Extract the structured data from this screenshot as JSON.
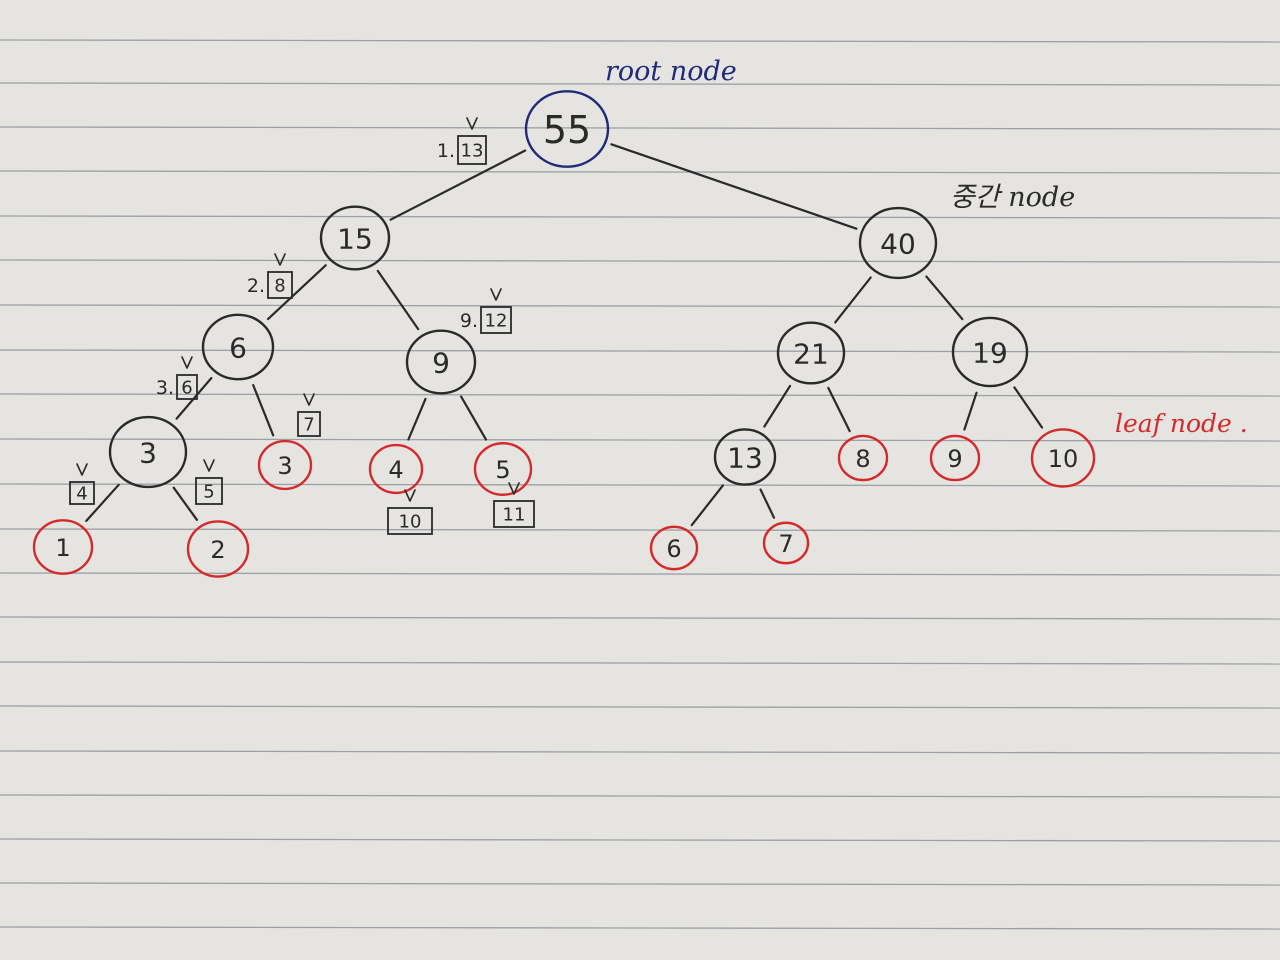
{
  "colors": {
    "paper": "#e6e4e1",
    "ink": "#2a2a2a",
    "root": "#1f2a7a",
    "leaf": "#d42a2a"
  },
  "annotations": {
    "root_node": "root node",
    "internal_node": "중간 node",
    "leaf_node": "leaf node ."
  },
  "nodes": [
    {
      "id": "n55",
      "label": "55",
      "kind": "root"
    },
    {
      "id": "n15",
      "label": "15",
      "kind": "internal"
    },
    {
      "id": "n40",
      "label": "40",
      "kind": "internal"
    },
    {
      "id": "n6",
      "label": "6",
      "kind": "internal"
    },
    {
      "id": "n9",
      "label": "9",
      "kind": "internal"
    },
    {
      "id": "n21",
      "label": "21",
      "kind": "internal"
    },
    {
      "id": "n19",
      "label": "19",
      "kind": "internal"
    },
    {
      "id": "n3",
      "label": "3",
      "kind": "internal"
    },
    {
      "id": "n13",
      "label": "13",
      "kind": "internal"
    },
    {
      "id": "l3",
      "label": "3",
      "kind": "leaf"
    },
    {
      "id": "l4",
      "label": "4",
      "kind": "leaf"
    },
    {
      "id": "l5",
      "label": "5",
      "kind": "leaf"
    },
    {
      "id": "l1",
      "label": "1",
      "kind": "leaf"
    },
    {
      "id": "l2",
      "label": "2",
      "kind": "leaf"
    },
    {
      "id": "l8",
      "label": "8",
      "kind": "leaf"
    },
    {
      "id": "l9",
      "label": "9",
      "kind": "leaf"
    },
    {
      "id": "l10",
      "label": "10",
      "kind": "leaf"
    },
    {
      "id": "l6",
      "label": "6",
      "kind": "leaf"
    },
    {
      "id": "l7",
      "label": "7",
      "kind": "leaf"
    }
  ],
  "edges": [
    [
      "n55",
      "n15"
    ],
    [
      "n55",
      "n40"
    ],
    [
      "n15",
      "n6"
    ],
    [
      "n15",
      "n9"
    ],
    [
      "n40",
      "n21"
    ],
    [
      "n40",
      "n19"
    ],
    [
      "n6",
      "n3"
    ],
    [
      "n6",
      "l3"
    ],
    [
      "n9",
      "l4"
    ],
    [
      "n9",
      "l5"
    ],
    [
      "n21",
      "n13"
    ],
    [
      "n21",
      "l8"
    ],
    [
      "n19",
      "l9"
    ],
    [
      "n19",
      "l10"
    ],
    [
      "n3",
      "l1"
    ],
    [
      "n3",
      "l2"
    ],
    [
      "n13",
      "l6"
    ],
    [
      "n13",
      "l7"
    ]
  ],
  "visit_marks": [
    {
      "id": "m13",
      "prefix": "1.",
      "num": "13"
    },
    {
      "id": "m8",
      "prefix": "2.",
      "num": "8"
    },
    {
      "id": "m12",
      "prefix": "9.",
      "num": "12"
    },
    {
      "id": "m6",
      "prefix": "3.",
      "num": "6"
    },
    {
      "id": "m7",
      "prefix": "",
      "num": "7"
    },
    {
      "id": "m4",
      "prefix": "",
      "num": "4"
    },
    {
      "id": "m5",
      "prefix": "",
      "num": "5"
    },
    {
      "id": "m10",
      "prefix": "",
      "num": "10"
    },
    {
      "id": "m11",
      "prefix": "",
      "num": "11"
    }
  ]
}
